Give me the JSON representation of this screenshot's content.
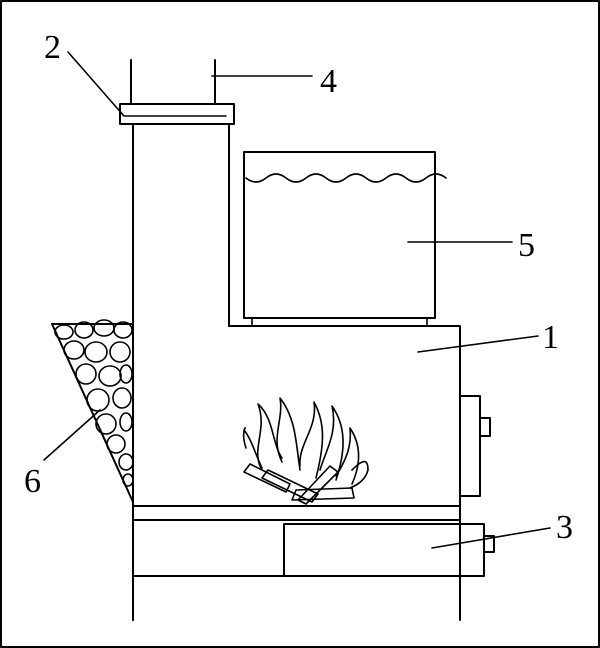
{
  "diagram": {
    "labels": [
      {
        "id": "label-2",
        "text": "2"
      },
      {
        "id": "label-4",
        "text": "4"
      },
      {
        "id": "label-5",
        "text": "5"
      },
      {
        "id": "label-1",
        "text": "1"
      },
      {
        "id": "label-6",
        "text": "6"
      },
      {
        "id": "label-3",
        "text": "3"
      }
    ]
  }
}
